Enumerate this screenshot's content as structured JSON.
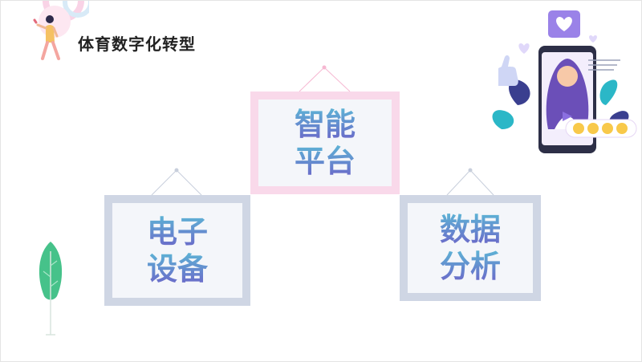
{
  "title": "体育数字化转型",
  "frames": {
    "top": {
      "line1": "智能",
      "line2": "平台"
    },
    "left": {
      "line1": "电子",
      "line2": "设备"
    },
    "right": {
      "line1": "数据",
      "line2": "分析"
    }
  },
  "icons": {
    "person": "woman-figure-icon",
    "phone": "phone-influencer-icon",
    "plant": "plant-icon",
    "heart": "heart-icon",
    "thumbs": "thumbs-up-icon",
    "emoji": "emoji-reactions-icon"
  },
  "colors": {
    "pink_frame": "#f9d9ea",
    "gray_frame": "#cfd6e4",
    "text_gradient_top": "#5cb8d6",
    "text_gradient_bottom": "#6c62c8"
  }
}
